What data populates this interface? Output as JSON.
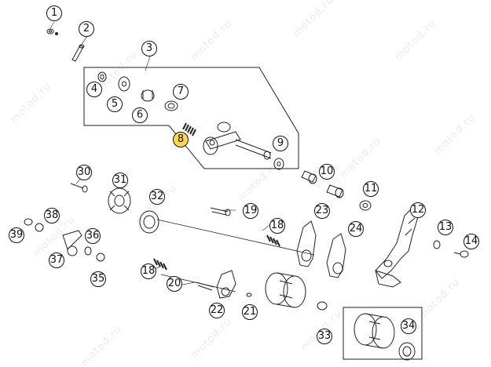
{
  "watermark": {
    "text": "motod.ru"
  },
  "callouts": [
    {
      "id": 1,
      "label": "1"
    },
    {
      "id": 2,
      "label": "2"
    },
    {
      "id": 3,
      "label": "3"
    },
    {
      "id": 4,
      "label": "4"
    },
    {
      "id": 5,
      "label": "5"
    },
    {
      "id": 6,
      "label": "6"
    },
    {
      "id": 7,
      "label": "7"
    },
    {
      "id": 8,
      "label": "8",
      "highlight": true
    },
    {
      "id": 9,
      "label": "9"
    },
    {
      "id": 10,
      "label": "10"
    },
    {
      "id": 11,
      "label": "11"
    },
    {
      "id": 12,
      "label": "12"
    },
    {
      "id": 13,
      "label": "13"
    },
    {
      "id": 14,
      "label": "14"
    },
    {
      "id": 18,
      "label": "18"
    },
    {
      "id": 18,
      "label": "18"
    },
    {
      "id": 19,
      "label": "19"
    },
    {
      "id": 20,
      "label": "20"
    },
    {
      "id": 21,
      "label": "21"
    },
    {
      "id": 22,
      "label": "22"
    },
    {
      "id": 23,
      "label": "23"
    },
    {
      "id": 24,
      "label": "24"
    },
    {
      "id": 30,
      "label": "30"
    },
    {
      "id": 31,
      "label": "31"
    },
    {
      "id": 32,
      "label": "32"
    },
    {
      "id": 33,
      "label": "33"
    },
    {
      "id": 34,
      "label": "34"
    },
    {
      "id": 35,
      "label": "35"
    },
    {
      "id": 36,
      "label": "36"
    },
    {
      "id": 37,
      "label": "37"
    },
    {
      "id": 38,
      "label": "38"
    },
    {
      "id": 39,
      "label": "39"
    }
  ]
}
